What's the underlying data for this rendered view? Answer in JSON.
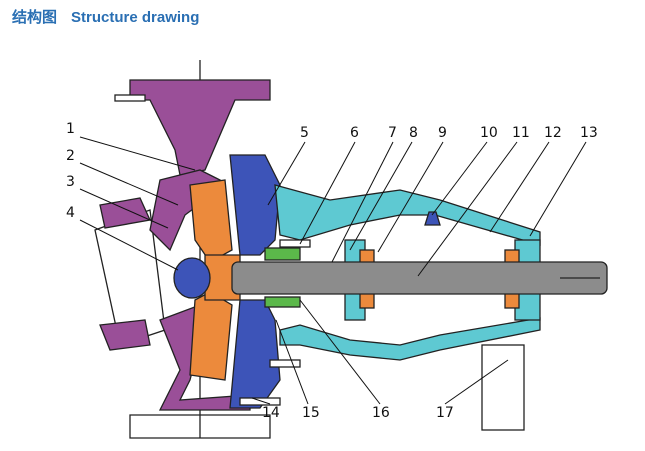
{
  "title": {
    "cn": "结构图",
    "en": "Structure drawing"
  },
  "part_labels": [
    "1",
    "2",
    "3",
    "4",
    "5",
    "6",
    "7",
    "8",
    "9",
    "10",
    "11",
    "12",
    "13",
    "14",
    "15",
    "16",
    "17"
  ],
  "colors": {
    "casing": "#9a4f98",
    "impeller": "#ec8a3c",
    "cover": "#3d54b8",
    "frame": "#5ec9d2",
    "shaft": "#8c8c8c",
    "title": "#2a6fb3"
  }
}
